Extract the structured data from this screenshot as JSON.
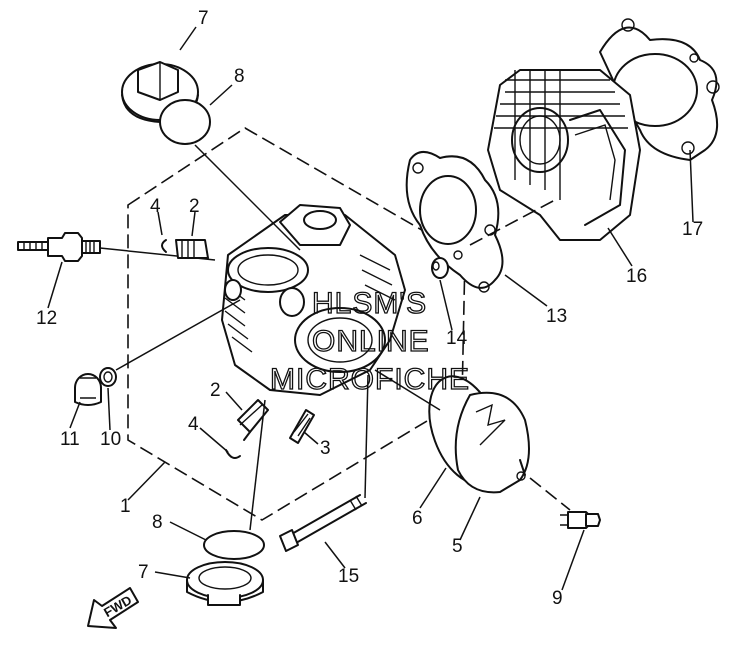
{
  "callouts": {
    "c1": "1",
    "c2a": "2",
    "c2b": "2",
    "c3": "3",
    "c4a": "4",
    "c4b": "4",
    "c5": "5",
    "c6": "6",
    "c7a": "7",
    "c7b": "7",
    "c8a": "8",
    "c8b": "8",
    "c9": "9",
    "c10": "10",
    "c11": "11",
    "c12": "12",
    "c13": "13",
    "c14": "14",
    "c15": "15",
    "c16": "16",
    "c17": "17"
  },
  "watermark": {
    "line1": "HLSM'S",
    "line2": "ONLINE",
    "line3": "MICROFICHE"
  },
  "direction_label": "FWD"
}
